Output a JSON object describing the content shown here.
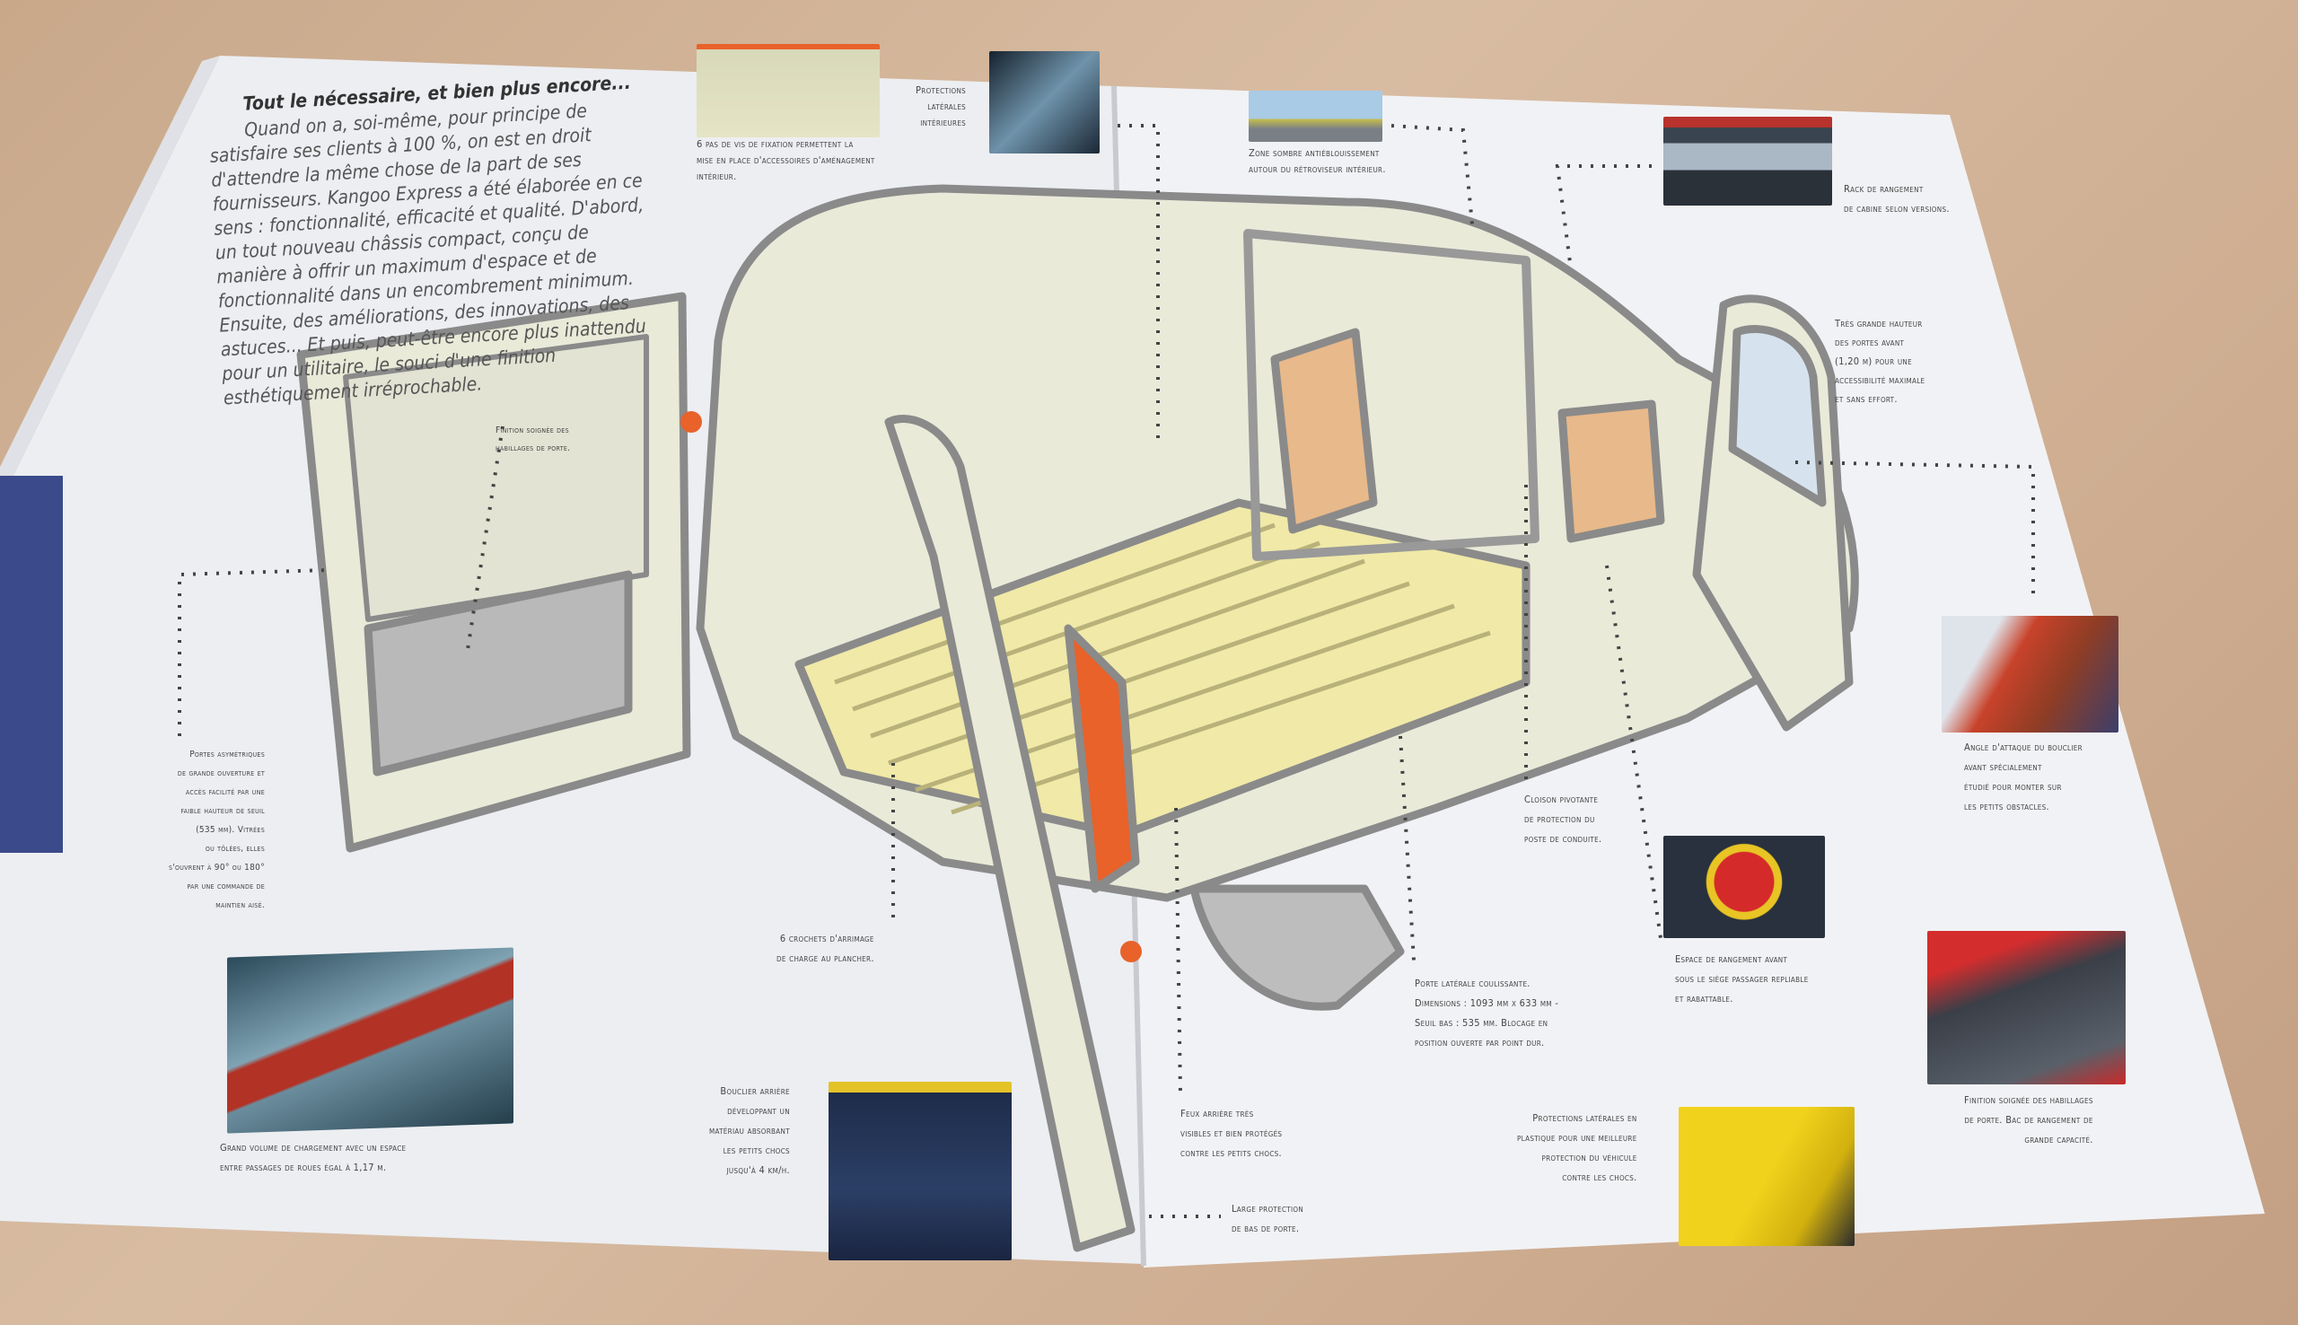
{
  "intro": {
    "title": "Tout le nécessaire, et bien plus encore...",
    "body": "Quand on a, soi-même, pour principe de satisfaire ses clients à 100 %, on est en droit d'attendre la même chose de la part de ses fournisseurs. Kangoo Express a été élaborée en ce sens : fonctionnalité, efficacité et qualité. D'abord, un tout nouveau châssis compact, conçu de manière à offrir un maximum d'espace et de fonctionnalité dans un encombrement minimum. Ensuite, des améliorations, des innovations, des astuces... Et puis, peut-être encore plus inattendu pour un utilitaire, le souci d'une finition esthétiquement irréprochable."
  },
  "captions": {
    "fixation": "6 pas de vis de fixation permettent la\nmise en place d'accessoires d'aménagement\nintérieur.",
    "protections_interieures": "Protections\nlatérales\nintérieures",
    "retroviseur": "Zone sombre antiéblouissement\nautour du rétroviseur intérieur.",
    "rack": "Rack de rangement\nde cabine selon versions.",
    "hauteur_portes": "Très grande hauteur\ndes portes avant\n(1,20 m) pour une\naccessibilité maximale\net sans effort.",
    "angle_attaque": "Angle d'attaque du bouclier\navant spécialement\nétudié pour monter sur\nles petits obstacles.",
    "cloison": "Cloison pivotante\nde protection du\nposte de conduite.",
    "espace_rangement": "Espace de rangement avant\nsous le siège passager repliable\net rabattable.",
    "porte_laterale": "Porte latérale coulissante.\nDimensions : 1093 mm x 633 mm -\nSeuil bas : 535 mm. Blocage en\nposition ouverte par point dur.",
    "finition_portes": "Finition soignée des habillages\nde porte. Bac de rangement de\ngrande capacité.",
    "protections_plastique": "Protections latérales en\nplastique pour une meilleure\nprotection du véhicule\ncontre les chocs.",
    "bas_de_porte": "Large protection\nde bas de porte.",
    "feux": "Feux arrière très\nvisibles et bien protégés\ncontre les petits chocs.",
    "bouclier_arriere": "Bouclier arrière\ndéveloppant un\nmatériau absorbant\nles petits chocs\njusqu'à 4 km/h.",
    "crochets": "6 crochets d'arrimage\nde charge au plancher.",
    "volume": "Grand volume de chargement avec un espace\nentre passages de roues égal à 1,17 m.",
    "portes_asymetriques": "Portes asymétriques\nde grande ouverture et\naccès facilité par une\nfaible hauteur de seuil\n(535 mm). Vitrées\nou tôlées, elles\ns'ouvrent à 90° ou 180°\npar une commande de\nmaintien aisé.",
    "habillage_portes": "Finition soignée des\nhabillages de porte."
  },
  "colors": {
    "page": "#eef0f3",
    "line": "#8a8a8a",
    "fill": "#e9ead8",
    "floor": "#f0e9a8",
    "seat": "#e8b98a",
    "orange": "#e8622a"
  }
}
